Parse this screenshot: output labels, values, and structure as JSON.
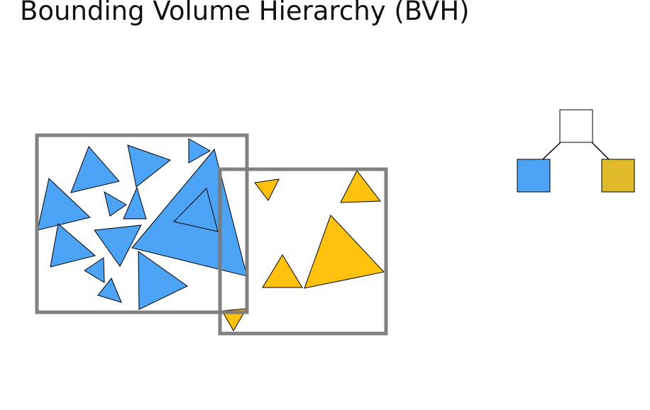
{
  "title": "Bounding Volume Hierarchy (BVH)",
  "colors": {
    "blue": "#4da3f5",
    "yellow": "#ffc20e",
    "yellow_node": "#dfbb2b",
    "box_stroke": "#7a7a7a",
    "root_fill": "#ffffff"
  },
  "tree": {
    "root": "white-node",
    "children": [
      "blue-node",
      "yellow-node"
    ]
  }
}
